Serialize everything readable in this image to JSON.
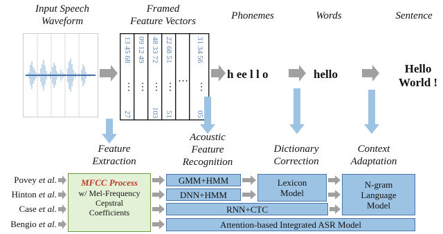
{
  "headers": {
    "waveform": [
      "Input Speech",
      "Waveform"
    ],
    "framed": [
      "Framed",
      "Feature Vectors"
    ],
    "phonemes": "Phonemes",
    "words": "Words",
    "sentence": "Sentence"
  },
  "stages": {
    "phonemes": "h ee l l o",
    "words": "hello",
    "sentence": [
      "Hello",
      "World !"
    ]
  },
  "frames": {
    "col1": [
      "13 45 68",
      "⋮",
      "27"
    ],
    "col2": [
      "09 12 49",
      "⋮",
      ""
    ],
    "col3": [
      "48 33 72",
      "⋮",
      "103"
    ],
    "col4": [
      "22 68 51",
      "⋮",
      "51"
    ],
    "ellipsis": "…",
    "col_last": [
      "31 34 56",
      "⋮",
      "05"
    ]
  },
  "steps": {
    "feature_extraction": [
      "Feature",
      "Extraction"
    ],
    "acoustic": [
      "Acoustic",
      "Feature",
      "Recognition"
    ],
    "dictionary": [
      "Dictionary",
      "Correction"
    ],
    "context": [
      "Context",
      "Adaptation"
    ]
  },
  "authors": [
    {
      "name": "Povey",
      "etal": "et al."
    },
    {
      "name": "Hinton",
      "etal": "et al."
    },
    {
      "name": "Case",
      "etal": "et al."
    },
    {
      "name": "Bengio",
      "etal": "et al."
    }
  ],
  "mfcc": {
    "title": "MFCC Process",
    "lines": [
      "w/ Mel-Frequency",
      "Cepstral",
      "Coefficients"
    ]
  },
  "boxes": {
    "gmm": "GMM+HMM",
    "dnn": "DNN+HMM",
    "rnn": "RNN+CTC",
    "attention": "Attention-based Integrated ASR Model",
    "lexicon": [
      "Lexicon",
      "Model"
    ],
    "ngram": [
      "N-gram",
      "Language",
      "Model"
    ]
  },
  "colors": {
    "arrow_gray": "#a0a0a0",
    "arrow_blue": "#9cc3e4",
    "box_blue": "#9cc3e4",
    "box_green": "#e3f1d6",
    "mfcc_title": "#c0392b"
  }
}
